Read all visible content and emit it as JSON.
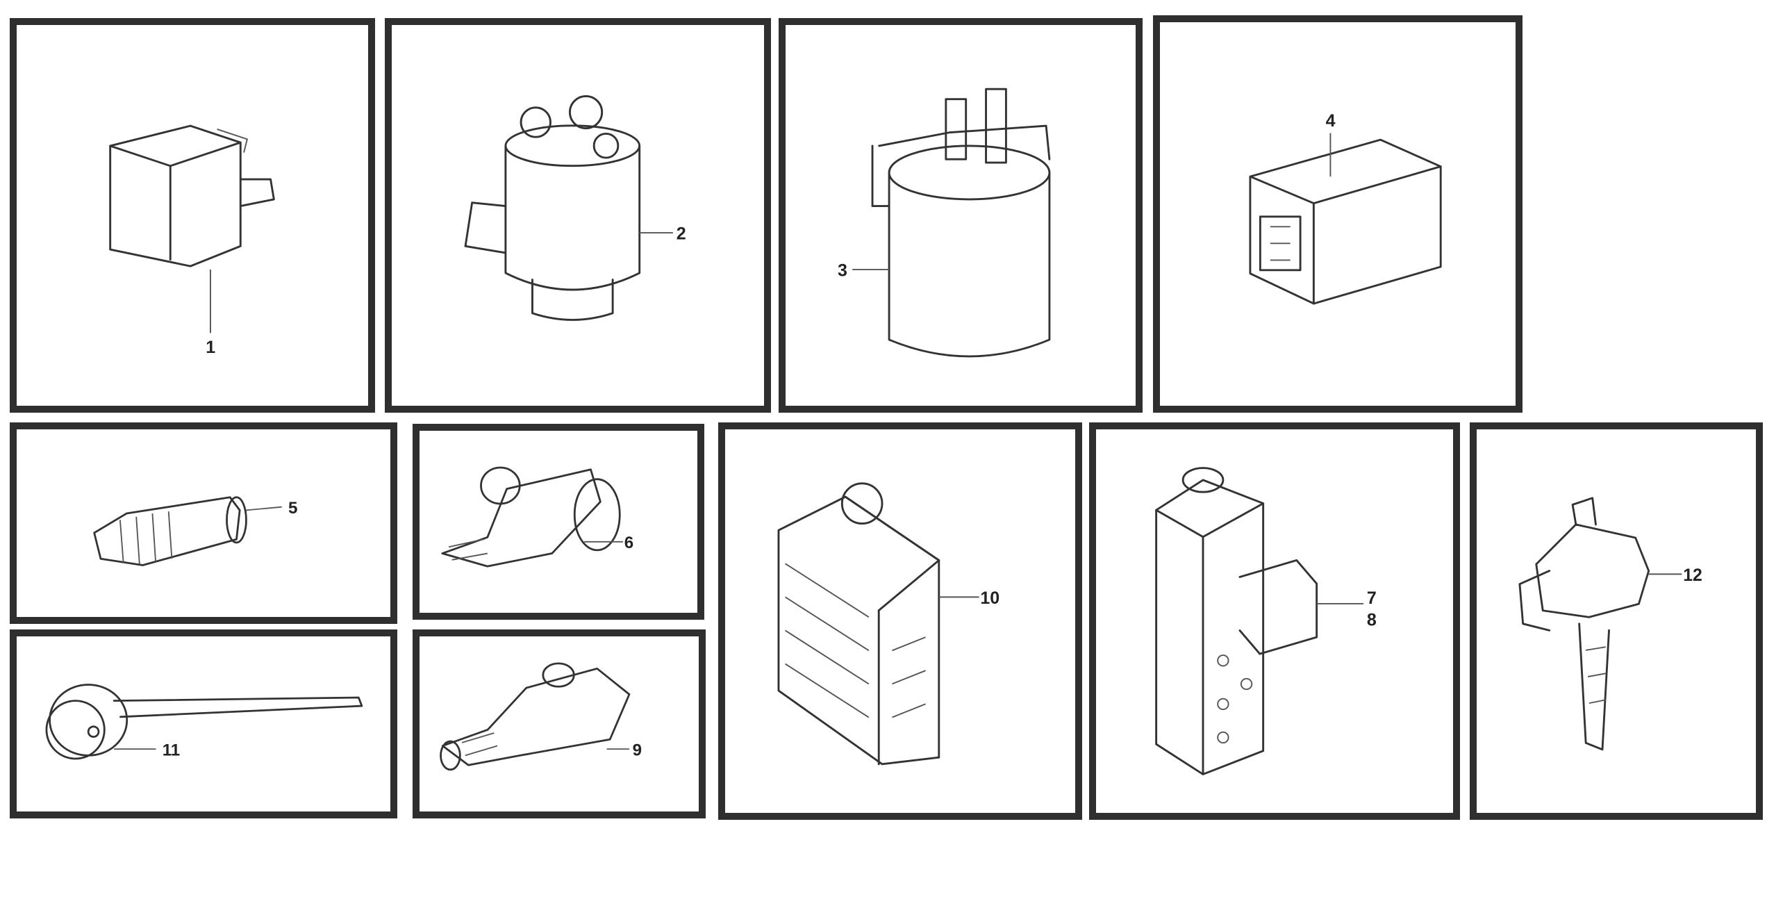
{
  "diagram": {
    "callouts": {
      "p1": "1",
      "p2": "2",
      "p3": "3",
      "p4": "4",
      "p5": "5",
      "p6": "6",
      "p7": "11",
      "p8": "9",
      "p9": "10",
      "p10a": "7",
      "p10b": "8",
      "p11": "12"
    },
    "reference": {
      "line1": "",
      "line2": "",
      "line3": ""
    }
  }
}
